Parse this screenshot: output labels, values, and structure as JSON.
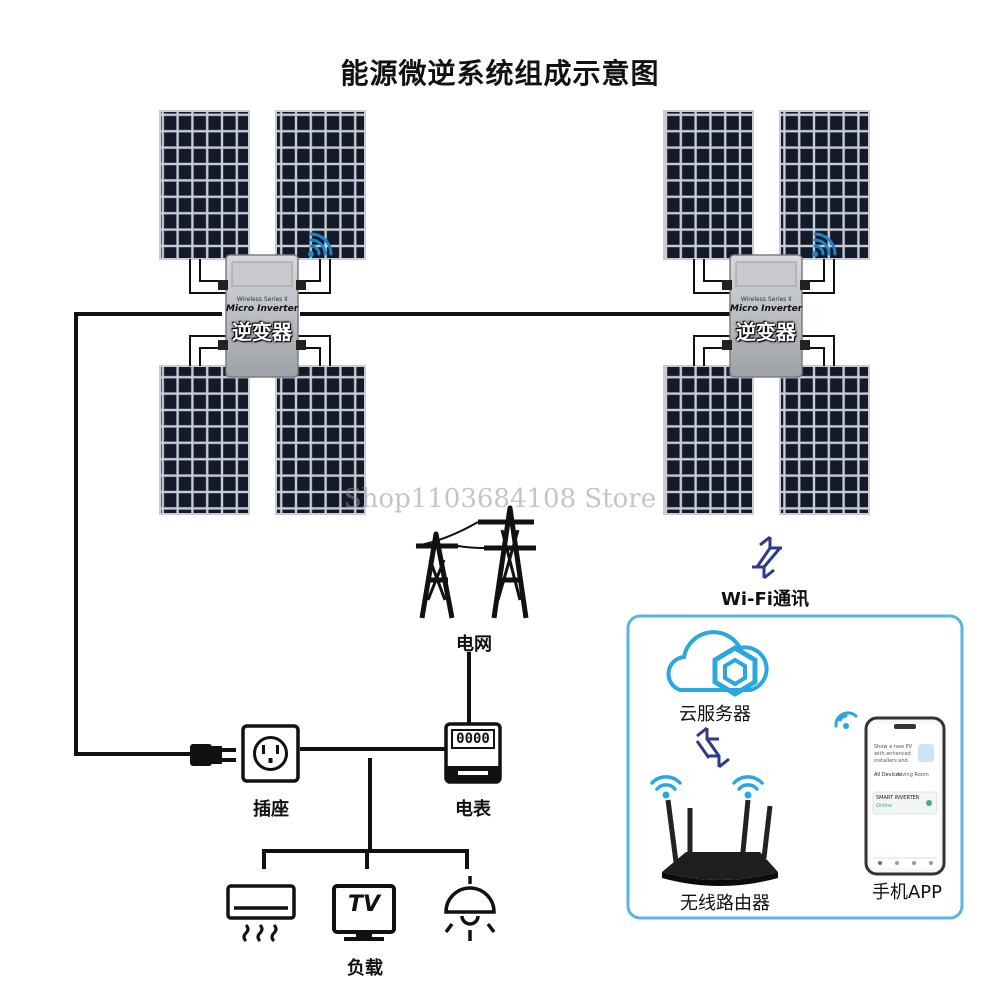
{
  "title": "能源微逆系统组成示意图",
  "inverter": {
    "series_text": "Wireless Series Ⅱ",
    "model_text": "Micro Inverter",
    "label": "逆变器"
  },
  "watermark": "Shop1103684108 Store",
  "labels": {
    "grid": "电网",
    "wifi_comm": "Wi-Fi通讯",
    "cloud": "云服务器",
    "router": "无线路由器",
    "phone": "手机APP",
    "socket": "插座",
    "meter": "电表",
    "load": "负载"
  },
  "meter_display": "0000",
  "tv_text": "TV",
  "phone_screen": {
    "line1": "Show a new PV",
    "line2": "with enhanced",
    "line3": "installers and",
    "tab_all": "All Devices",
    "tab_room": "Living Room",
    "device_name": "SMART INVERTER",
    "device_status": "Online"
  },
  "colors": {
    "wire": "#111111",
    "panel_cell": "#141a2b",
    "panel_grid": "#c9ccd2",
    "inverter_body": "#b9bcc0",
    "wifi_blue": "#1a86c9",
    "box_border": "#5ab5e6",
    "arrow_blue": "#2c3a8a"
  },
  "icons": [
    "solar-panel-icon",
    "wifi-signal-icon",
    "transmission-tower-icon",
    "cloud-icon",
    "router-icon",
    "smartphone-icon",
    "plug-icon",
    "socket-icon",
    "meter-icon",
    "air-conditioner-icon",
    "tv-icon",
    "lamp-icon",
    "double-arrow-icon"
  ]
}
